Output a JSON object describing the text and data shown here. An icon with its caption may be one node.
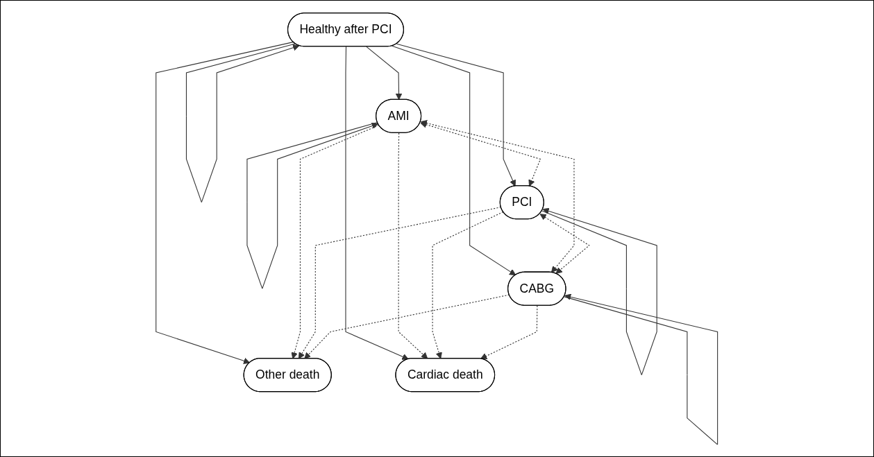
{
  "diagram": {
    "nodes": [
      {
        "text": [
          "Healthy after PCI"
        ]
      },
      {
        "text": [
          "AMI"
        ]
      },
      {
        "text": [
          "Other death"
        ]
      },
      {
        "text": [
          "Cardiac death"
        ]
      },
      {
        "text": [
          "PCI"
        ]
      },
      {
        "text": [
          "CABG"
        ]
      }
    ],
    "edges": [
      {
        "from": 0,
        "to": 0,
        "arrow": "to"
      },
      {
        "from": 1,
        "to": 1,
        "arrow": "to"
      },
      {
        "from": 0,
        "to": 1,
        "arrow": "to"
      },
      {
        "from": 0,
        "to": 2,
        "arrow": "to"
      },
      {
        "from": 0,
        "to": 4,
        "arrow": "to"
      },
      {
        "from": 0,
        "to": 5,
        "arrow": "to"
      },
      {
        "from": 0,
        "to": 3,
        "arrow": "to"
      },
      {
        "from": 1,
        "to": 2,
        "arrow": "to",
        "style": "dashed"
      },
      {
        "from": 1,
        "to": 3,
        "arrow": "to",
        "style": "dashed"
      },
      {
        "from": 1,
        "to": 4,
        "arrow": "both",
        "style": "dashed"
      },
      {
        "from": 1,
        "to": 5,
        "arrow": "both",
        "style": "dashed"
      },
      {
        "from": 4,
        "to": 2,
        "arrow": "to",
        "style": "dashed"
      },
      {
        "from": 5,
        "to": 2,
        "arrow": "to",
        "style": "dashed"
      },
      {
        "from": 4,
        "to": 3,
        "arrow": "to",
        "style": "dashed"
      },
      {
        "from": 5,
        "to": 3,
        "arrow": "to",
        "style": "dashed"
      },
      {
        "from": 4,
        "to": 5,
        "arrow": "both",
        "style": "dashed"
      },
      {
        "from": 4,
        "to": 4,
        "arrow": "to"
      },
      {
        "from": 5,
        "to": 5,
        "arrow": "to"
      }
    ]
  }
}
